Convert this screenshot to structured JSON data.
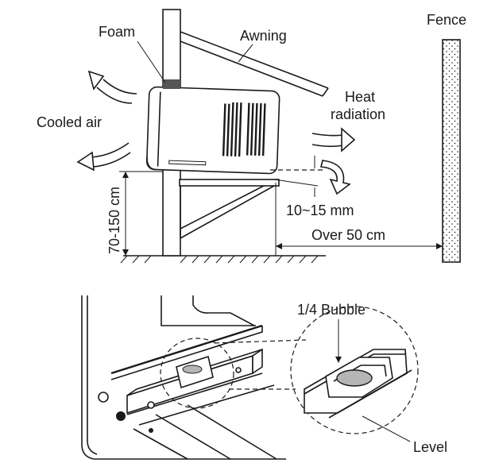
{
  "top_diagram": {
    "label_foam": "Foam",
    "label_awning": "Awning",
    "label_fence": "Fence",
    "label_cooled_air": "Cooled air",
    "label_heat_line1": "Heat",
    "label_heat_line2": "radiation",
    "label_tilt": "10~15 mm",
    "label_height": "70-150 cm",
    "label_distance": "Over 50 cm"
  },
  "bottom_diagram": {
    "label_bubble": "1/4 Bubble",
    "label_level": "Level"
  }
}
